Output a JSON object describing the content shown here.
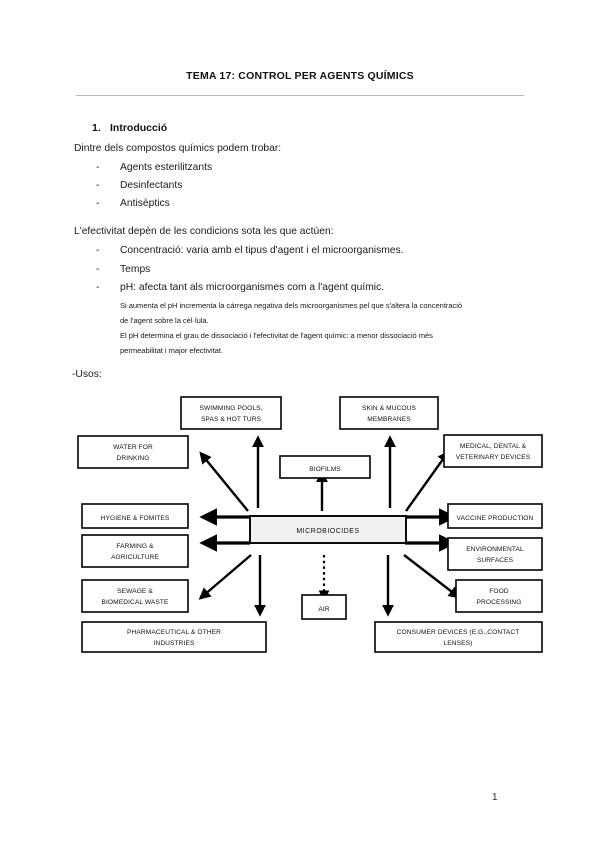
{
  "document": {
    "title": "TEMA 17: CONTROL PER AGENTS QUÍMICS",
    "page_number": "1"
  },
  "section": {
    "number": "1.",
    "heading": "Introducció"
  },
  "body": {
    "intro_lead": "Dintre dels compostos químics podem trobar:",
    "compounds": [
      "Agents esterilitzants",
      "Desinfectants",
      "Antisèptics"
    ],
    "effectiveness_lead": "L'efectivitat depèn de les condicions sota les que actúen:",
    "conditions": [
      "Concentració: varia amb el tipus d'agent i el microorganismes.",
      "Temps",
      "pH: afecta tant als microorganismes com a l'agent químic."
    ],
    "ph_notes": [
      "Si aumenta el pH incrementa la cárrega negativa dels microorganismes pel que s'altera la concentració",
      "de l'agent sobre la cèl·lula.",
      "El pH determina el grau de dissociació i l'efectivitat de l'agent químic: a menor dissociació més",
      "permeabilitat i major efectivitat."
    ],
    "uses_label": "-Usos:",
    "bullet_dash": "-"
  },
  "diagram": {
    "center": "MICROBIOCIDES",
    "nodes": {
      "swimming_pools": [
        "SWIMMING POOLS,",
        "SPAS & HOT TURS"
      ],
      "skin_mucous": [
        "SKIN & MUCOUS",
        "MEMBRANES"
      ],
      "biofilms": [
        "BIOFILMS"
      ],
      "water_drinking": [
        "WATER FOR",
        "DRINKING"
      ],
      "medical_dental": [
        "MEDICAL, DENTAL &",
        "VETERINARY DEVICES"
      ],
      "hygiene_fomites": [
        "HYGIENE & FOMITES"
      ],
      "vaccine_production": [
        "VACCINE PRODUCTION"
      ],
      "farming_agriculture": [
        "FARMING &",
        "AGRICULTURE"
      ],
      "environmental_surfaces": [
        "ENVIRONMENTAL",
        "SURFACES"
      ],
      "sewage_biomedical": [
        "SEWAGE &",
        "BIOMEDICAL WASTE"
      ],
      "food_processing": [
        "FOOD",
        "PROCESSING"
      ],
      "air": [
        "AIR"
      ],
      "pharmaceutical": [
        "PHARMACEUTICAL & OTHER",
        "INDUSTRIES"
      ],
      "consumer_devices": [
        "CONSUMER DEVICES (E.G.,CONTACT",
        "LENSES)"
      ]
    },
    "colors": {
      "center_fill": "#f1f1f1",
      "stroke": "#000000",
      "node_fill": "#ffffff"
    }
  }
}
